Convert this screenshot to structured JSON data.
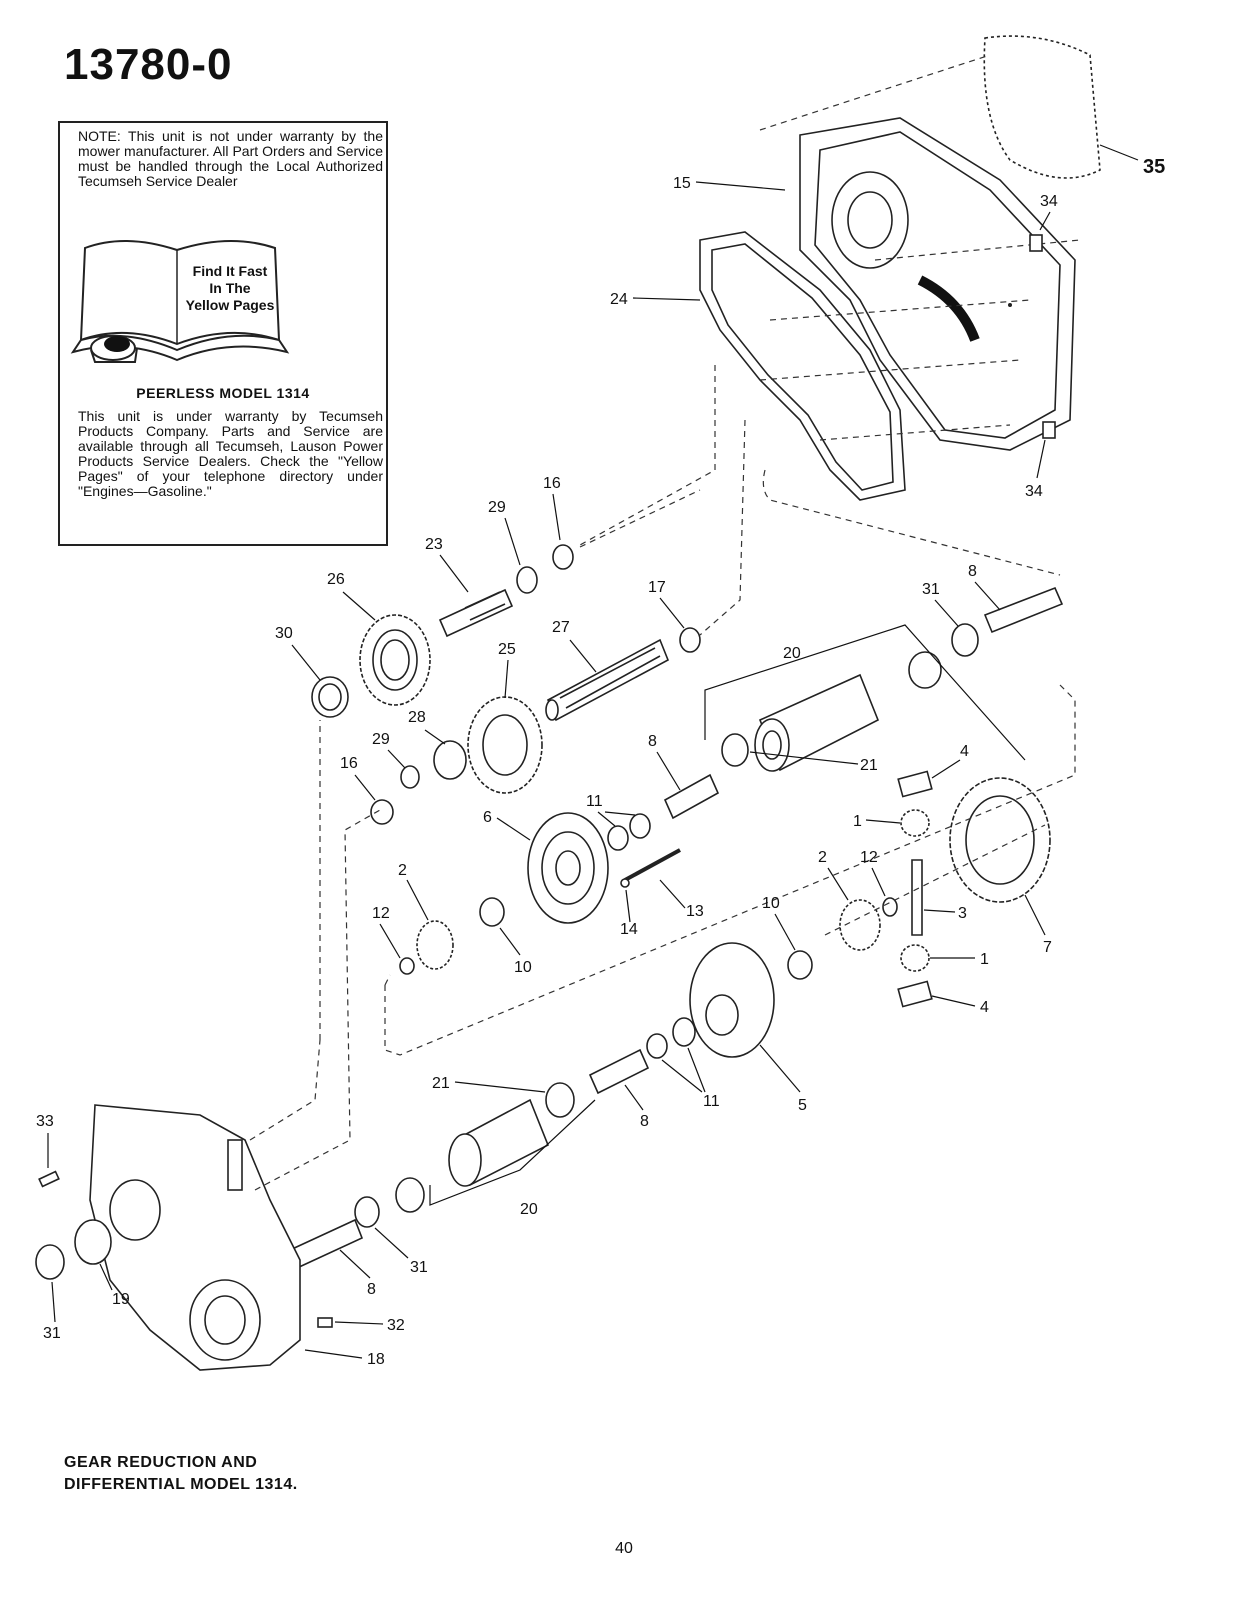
{
  "header": {
    "title": "13780-0"
  },
  "note": {
    "top_text": "NOTE: This unit is not under warranty by the mower manufacturer. All Part Orders and Service must be handled through the Local Authorized Tecumseh Service Dealer",
    "book_lines": [
      "Find It Fast",
      "In The",
      "Yellow Pages"
    ],
    "model_heading": "PEERLESS MODEL 1314",
    "bottom_text": "This unit is under warranty by Tecumseh Products Company. Parts and Service are available through all Tecumseh, Lauson Power Products Service Dealers. Check the \"Yellow Pages\" of your telephone directory under \"Engines—Gasoline.\""
  },
  "callouts": {
    "c35": "35",
    "c15": "15",
    "c34a": "34",
    "c24": "24",
    "c34b": "34",
    "c16a": "16",
    "c29a": "29",
    "c23": "23",
    "c26": "26",
    "c17": "17",
    "c8a": "8",
    "c31a": "31",
    "c30": "30",
    "c27": "27",
    "c25": "25",
    "c20a": "20",
    "c29b": "29",
    "c28": "28",
    "c16b": "16",
    "c8b": "8",
    "c21a": "21",
    "c4a": "4",
    "c11a": "11",
    "c6": "6",
    "c1a": "1",
    "c2a": "2",
    "c12a": "12",
    "c13": "13",
    "c14": "14",
    "c3": "3",
    "c7": "7",
    "c2b": "2",
    "c12b": "12",
    "c10a": "10",
    "c10b": "10",
    "c1b": "1",
    "c4b": "4",
    "c21b": "21",
    "c11b": "11",
    "c5": "5",
    "c8c": "8",
    "c33": "33",
    "c20b": "20",
    "c31b": "31",
    "c19": "19",
    "c31c": "31",
    "c8d": "8",
    "c32": "32",
    "c18": "18"
  },
  "caption": {
    "line1": "GEAR REDUCTION AND",
    "line2": "DIFFERENTIAL MODEL 1314."
  },
  "footer": {
    "page_number": "40"
  }
}
